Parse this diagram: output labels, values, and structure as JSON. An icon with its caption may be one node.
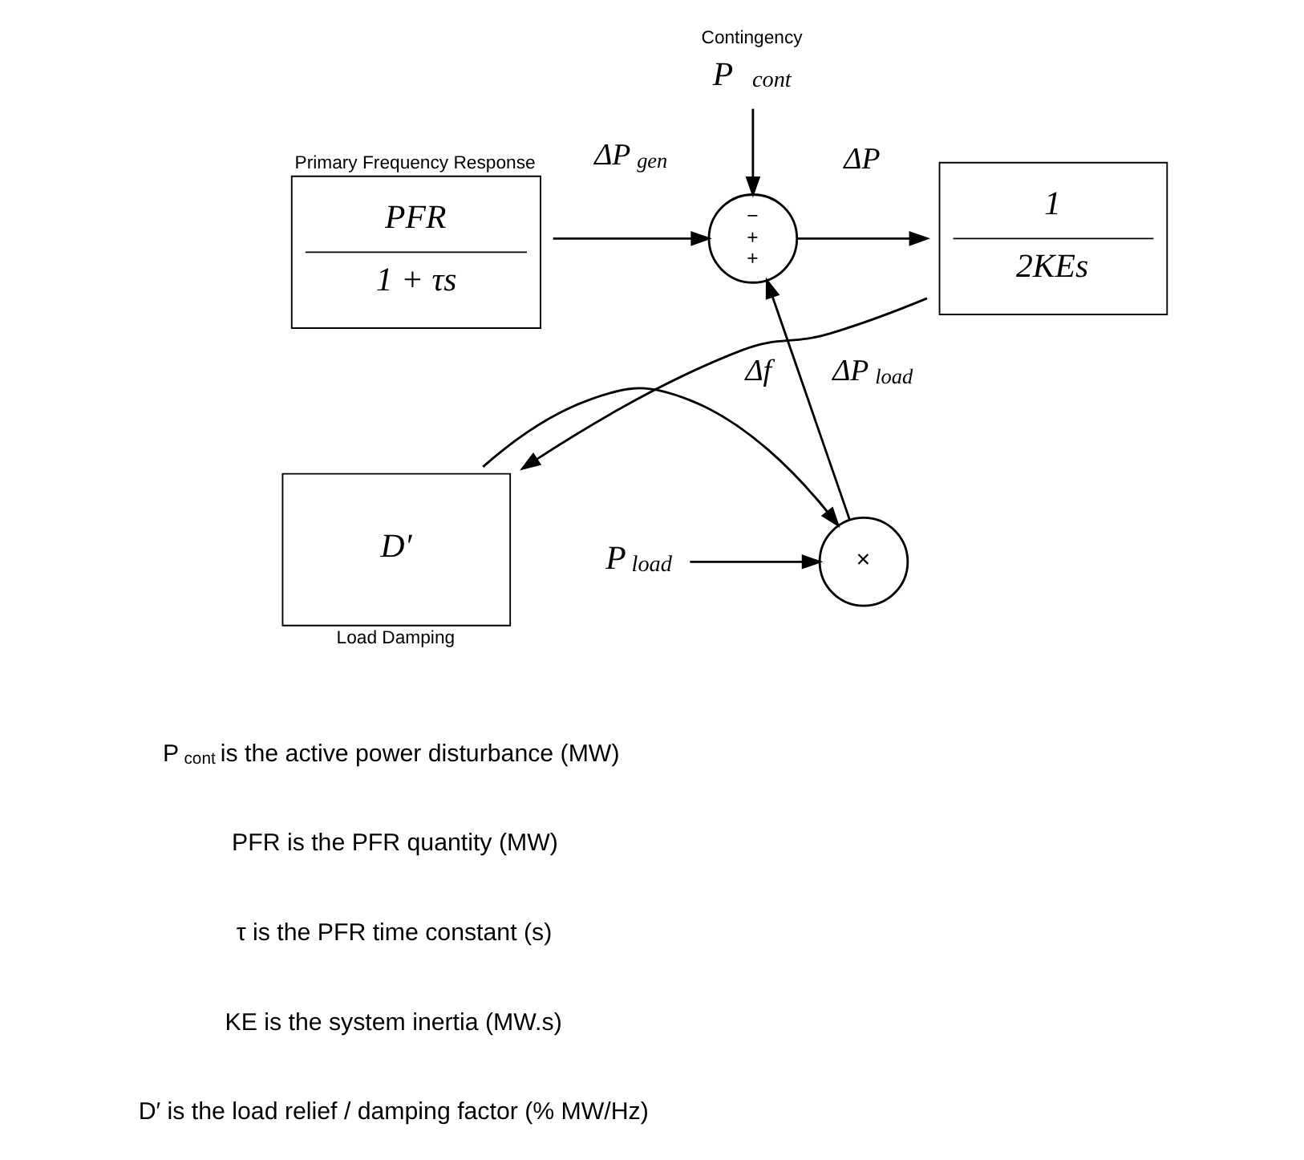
{
  "diagram": {
    "nodes": [
      {
        "text": [
          "Primary Frequency Response",
          "PFR",
          "1 + τs"
        ]
      },
      {
        "text": [
          "−",
          "+",
          "+"
        ]
      },
      {
        "text": [
          "Contingency",
          "P$_{cont}$"
        ]
      },
      {
        "text": [
          "1",
          "2KEs"
        ]
      },
      {
        "text": [
          "D′",
          "Load Damping"
        ]
      },
      {
        "text": [
          "×"
        ]
      },
      {
        "text": [
          "P$_{load}$"
        ]
      }
    ],
    "edges": [
      {
        "from": 0,
        "to": 1,
        "arrow": "to",
        "label": "ΔP$_{gen}$"
      },
      {
        "from": 2,
        "to": 1,
        "arrow": "to"
      },
      {
        "from": 1,
        "to": 3,
        "arrow": "to",
        "label": "ΔP"
      },
      {
        "from": 3,
        "to": 4,
        "arrow": "to",
        "label": "Δf"
      },
      {
        "from": 4,
        "to": 5,
        "arrow": "to"
      },
      {
        "from": 6,
        "to": 5,
        "arrow": "to"
      },
      {
        "from": 5,
        "to": 1,
        "arrow": "to",
        "label": "ΔP$_{load}$"
      }
    ],
    "labels": [
      "P$_{cont}$ is the active power disturbance (MW)",
      "PFR is the PFR quantity (MW)",
      "τ is the PFR time constant (s)",
      "KE is the system inertia (MW.s)",
      "D′ is the load relief / damping factor (% MW/Hz)"
    ]
  }
}
